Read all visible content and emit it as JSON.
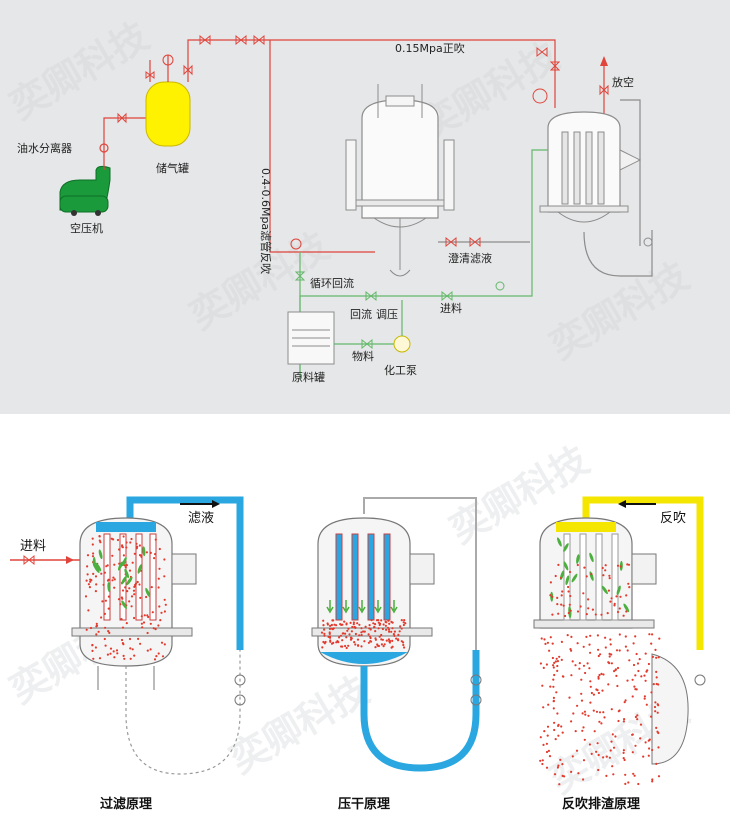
{
  "top_diagram": {
    "labels": {
      "oil_water_separator": "油水分离器",
      "air_tank": "储气罐",
      "compressor": "空压机",
      "forward_blow": "0.15Mpa正吹",
      "vent": "放空",
      "reverse_blow": "0.4-0.6Mpa滤管反吹",
      "clarified_filtrate": "澄清滤液",
      "circulation_return": "循环回流",
      "return_flow": "回流",
      "regulate_pressure": "调压",
      "feed": "进料",
      "material": "物料",
      "raw_tank": "原料罐",
      "chem_pump": "化工泵"
    }
  },
  "bottom_diagram": {
    "panels": [
      {
        "caption": "过滤原理",
        "in_label": "进料",
        "out_label": "滤液"
      },
      {
        "caption": "压干原理"
      },
      {
        "caption": "反吹排渣原理",
        "out_label": "反吹"
      }
    ]
  },
  "watermark": "奕卿科技",
  "colors": {
    "pipe_red": "#e0443b",
    "pipe_green": "#63b86a",
    "pipe_blue": "#2aa7e0",
    "pipe_yellow": "#f5e600",
    "tank_yellow": "#fff200",
    "compressor_green": "#1a9a3a",
    "particle_red": "#e23b2e",
    "leaf_green": "#4caf3f"
  }
}
